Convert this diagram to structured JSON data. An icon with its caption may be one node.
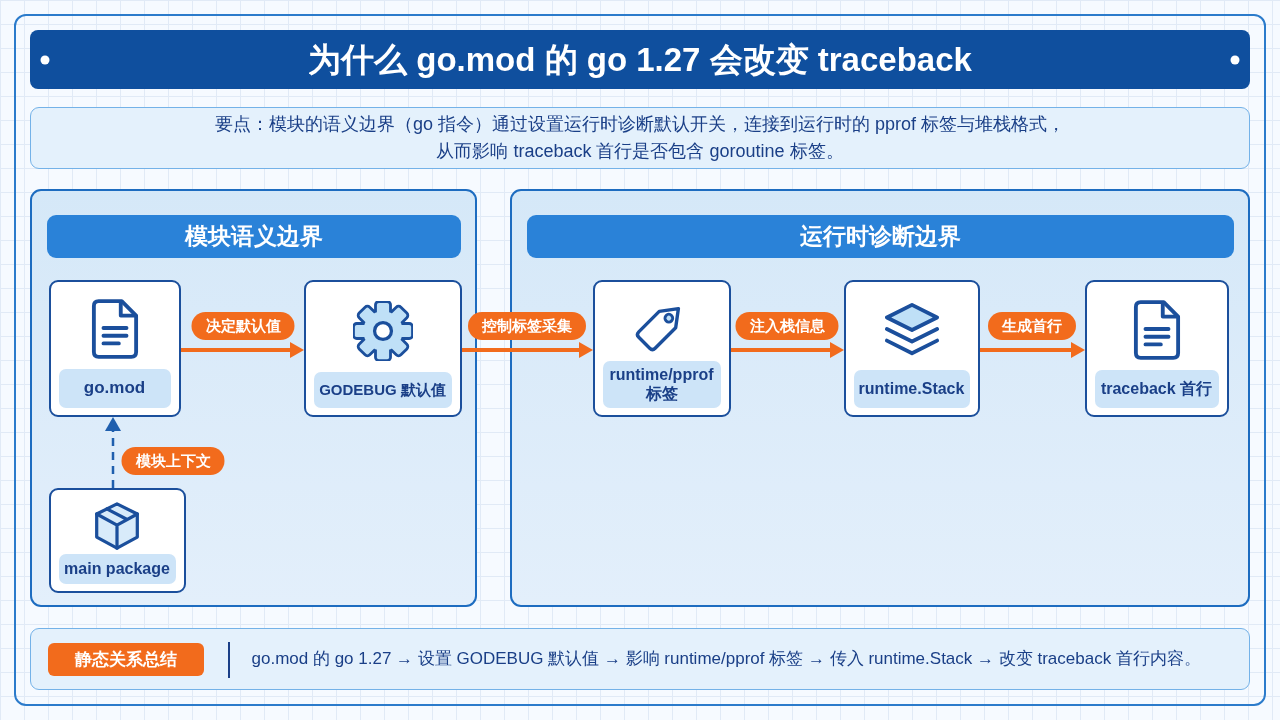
{
  "diagram": {
    "title": "为什么 go.mod 的 go 1.27 会改变 traceback",
    "nodes": [
      {
        "text": [
          "要点：模块的语义边界（go 指令）通过设置运行时诊断默认开关，连接到运行时的 pprof 标签与堆栈格式，从而影响 traceback 首行是否包含 goroutine 标签。"
        ]
      },
      {
        "text": [
          "模块语义边界"
        ]
      },
      {
        "text": [
          "go.mod"
        ],
        "in": 1
      },
      {
        "text": [
          "GODEBUG 默认值"
        ],
        "in": 1
      },
      {
        "text": [
          "main package"
        ],
        "in": 1
      },
      {
        "text": [
          "运行时诊断边界"
        ]
      },
      {
        "text": [
          "runtime/pprof 标签"
        ],
        "in": 5
      },
      {
        "text": [
          "runtime.Stack"
        ],
        "in": 5
      },
      {
        "text": [
          "traceback 首行"
        ],
        "in": 5
      },
      {
        "text": [
          "go.mod 的 go 1.27 → 设置 GODEBUG 默认值 → 影响 runtime/pprof 标签 → 传入 runtime.Stack → 改变 traceback 首行内容。"
        ]
      },
      {
        "text": [
          "静态关系总结"
        ],
        "in": 9
      }
    ],
    "edges": [
      {
        "from": 2,
        "to": 3,
        "arrow": "to",
        "label": "决定默认值"
      },
      {
        "from": 3,
        "to": 6,
        "arrow": "to",
        "label": "控制标签采集"
      },
      {
        "from": 4,
        "to": 2,
        "arrow": "to",
        "label": "模块上下文",
        "style": "dashed",
        "color": "#1f5fae"
      },
      {
        "from": 6,
        "to": 7,
        "arrow": "to",
        "label": "注入栈信息"
      },
      {
        "from": 7,
        "to": 8,
        "arrow": "to",
        "label": "生成首行"
      }
    ]
  }
}
